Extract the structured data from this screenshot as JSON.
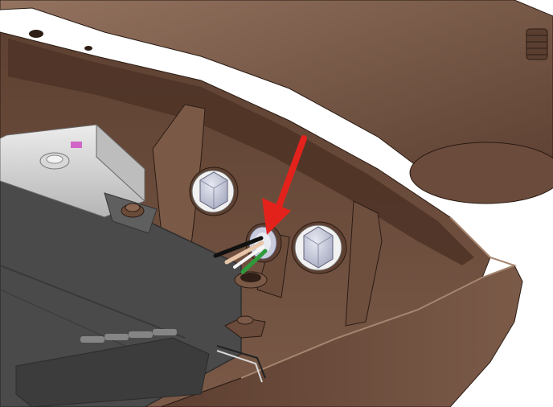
{
  "diagram": {
    "view": "cutaway-3d-enclosure",
    "colors": {
      "background": "#ffffff",
      "housing_light": "#8a6a57",
      "housing_mid": "#6f4f3f",
      "housing_dark": "#4e3428",
      "housing_shadow": "#3a2519",
      "outline": "#2a1b13",
      "driver_body": "#4a4a4a",
      "driver_edge": "#2e2e2e",
      "bracket": "#d3d3d3",
      "bolt_face": "#c9ccdc",
      "bolt_washer": "#f1f1f1",
      "arrow": "#e3221c",
      "wire_black": "#111111",
      "wire_white": "#f6f6f6",
      "wire_green": "#2f9a3c",
      "wire_tan": "#e7c5a8",
      "label_pink": "#d066c7"
    },
    "callouts": [
      {
        "type": "arrow",
        "target": "wire-entry-grommet"
      }
    ],
    "wires": [
      {
        "color_name": "black"
      },
      {
        "color_name": "white"
      },
      {
        "color_name": "green"
      }
    ],
    "bolts": [
      {
        "id": "left-bolt"
      },
      {
        "id": "right-bolt"
      }
    ]
  }
}
